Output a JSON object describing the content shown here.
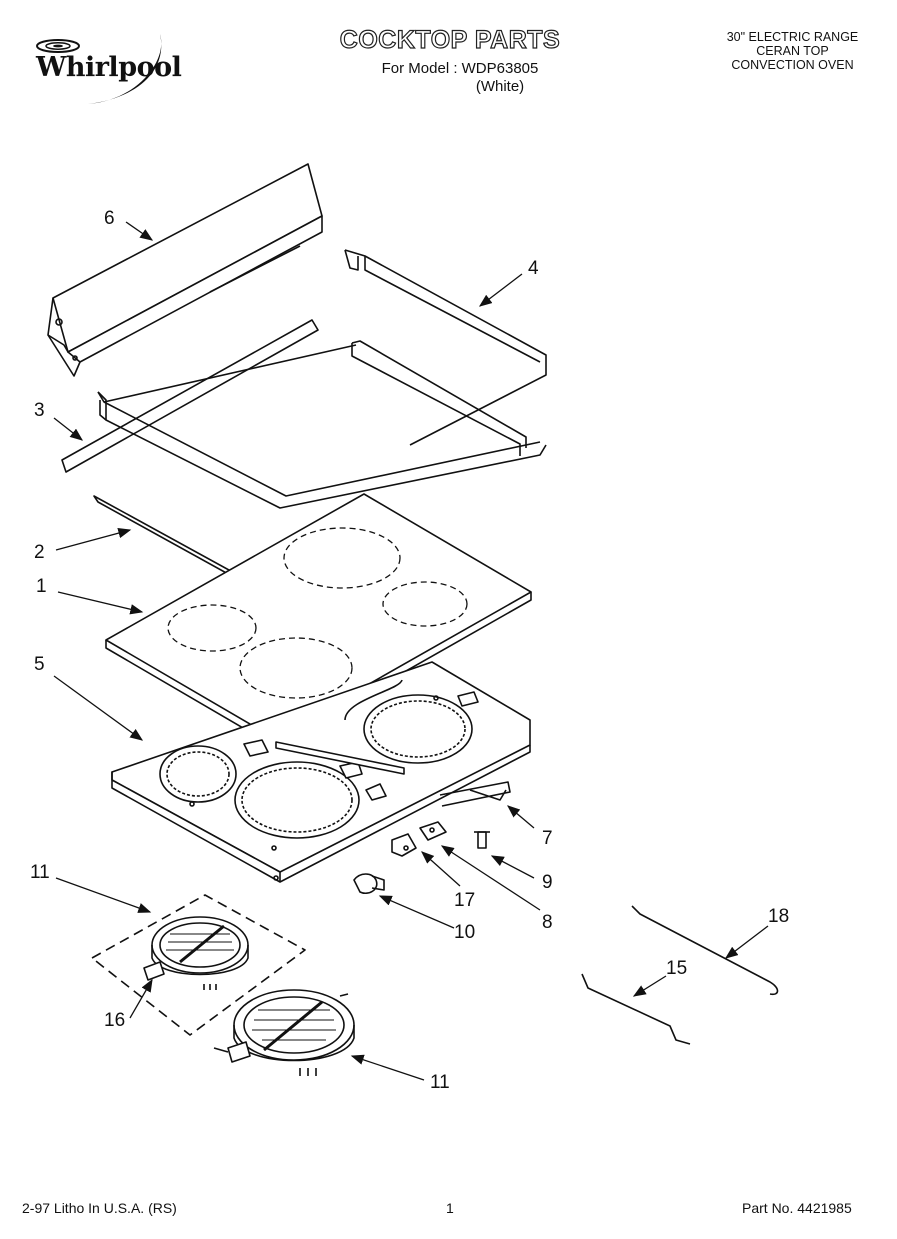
{
  "header": {
    "brand": "Whirlpool",
    "title": "COCKTOP PARTS",
    "model_line": "For Model : WDP63805",
    "color_line": "(White)",
    "range_lines": [
      "30\" ELECTRIC RANGE",
      "CERAN TOP",
      "CONVECTION OVEN"
    ]
  },
  "callouts": [
    "6",
    "4",
    "3",
    "2",
    "1",
    "5",
    "7",
    "9",
    "17",
    "8",
    "11",
    "10",
    "18",
    "15",
    "16",
    "11"
  ],
  "footer": {
    "litho": "2-97 Litho In U.S.A. (RS)",
    "page": "1",
    "part_no": "Part No. 4421985"
  },
  "colors": {
    "ink": "#111111",
    "paper": "#ffffff"
  }
}
